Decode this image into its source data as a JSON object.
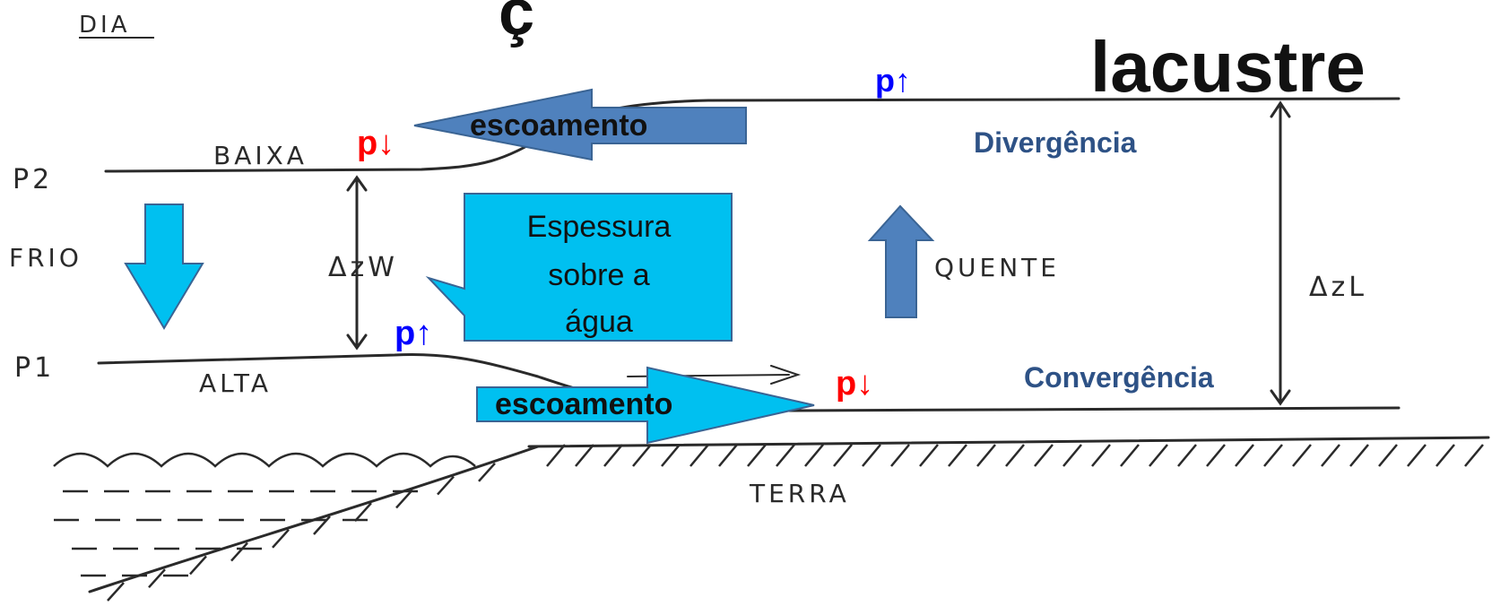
{
  "title": {
    "top_fragment": "ç",
    "right_fragment": "lacustre"
  },
  "sketch_labels": {
    "dia": "DIA",
    "baixa": "BAIXA",
    "p2": "P2",
    "frio": "FRIO",
    "delta_zw": "ΔzW",
    "p1": "P1",
    "alta": "ALTA",
    "quente": "QUENTE",
    "delta_zl": "ΔzL",
    "terra": "TERRA"
  },
  "pressure_markers": {
    "top_left": "p↓",
    "top_right": "p↑",
    "bottom_left": "p↑",
    "bottom_right": "p↓"
  },
  "zones": {
    "divergence": "Divergência",
    "convergence": "Convergência"
  },
  "flows": {
    "upper": "escoamento",
    "lower": "escoamento"
  },
  "callout": {
    "line1": "Espessura",
    "line2": "sobre a",
    "line3": "água"
  },
  "colors": {
    "dark_blue_arrow": "#4f81bd",
    "light_blue_arrow": "#00c0f0",
    "pressure_low": "#ff0000",
    "pressure_high": "#0000ff",
    "zone_label": "#2e5286"
  }
}
